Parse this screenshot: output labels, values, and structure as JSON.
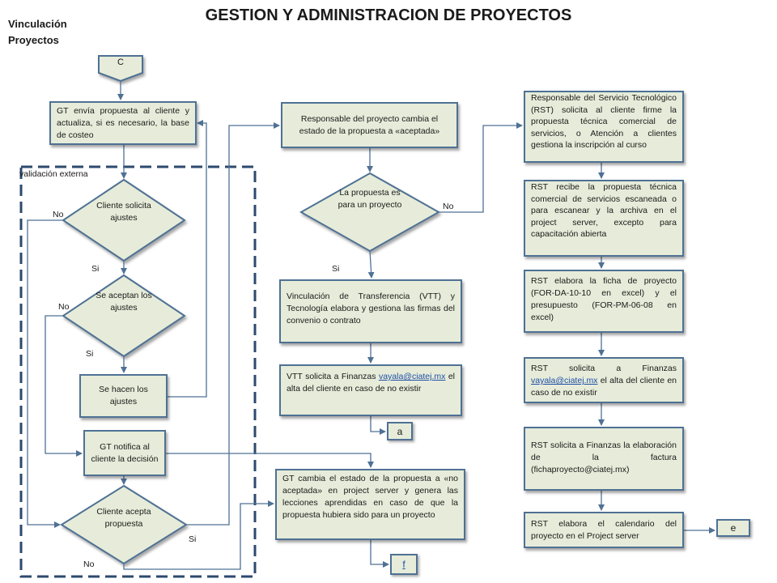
{
  "title": "GESTION Y ADMINISTRACION DE PROYECTOS",
  "subtitle": "Vinculación Proyectos",
  "external_label": "validación externa",
  "start_connector": "C",
  "nodes": {
    "gt_envia": "GT envía propuesta al cliente y actualiza, si es necesario, la base de costeo",
    "cliente_solicita": "Cliente solicita ajustes",
    "se_aceptan": "Se aceptan los ajustes",
    "se_hacen": "Se hacen los ajustes",
    "gt_notifica": "GT notifica al cliente la decisión",
    "cliente_acepta": "Cliente acepta propuesta",
    "resp_cambia": "Responsable del proyecto cambia el estado de la propuesta a «aceptada»",
    "es_proyecto": "La propuesta es para un proyecto",
    "vtt_firmas": "Vinculación de Transferencia (VTT) y Tecnología elabora y gestiona las firmas del convenio o contrato",
    "vtt_solicita_pre": "VTT solicita a Finanzas",
    "vtt_solicita_post": " el alta del cliente en caso de no existir",
    "gt_cambia": "GT cambia el estado de la propuesta a «no aceptada» en project server y genera las lecciones aprendidas en caso de que la propuesta hubiera sido para un proyecto",
    "rst_solicita_firma": "Responsable del Servicio Tecnológico (RST) solicita al cliente firme la propuesta técnica comercial de servicios, o Atención a clientes gestiona la inscripción al curso",
    "rst_recibe": "RST recibe la propuesta técnica comercial de servicios escaneada o para escanear y la archiva en el project server, excepto para capacitación abierta",
    "rst_ficha": "RST elabora la ficha de proyecto (FOR-DA-10-10 en excel) y el presupuesto (FOR-PM-06-08 en excel)",
    "rst_alta_pre": "RST solicita a Finanzas",
    "rst_alta_post": " el alta del cliente en caso de no existir",
    "rst_factura": "RST solicita a Finanzas la elaboración de la factura (fichaproyecto@ciatej.mx)",
    "rst_calendario": "RST elabora el calendario del proyecto en el Project server"
  },
  "email": "vayala@ciatej.mx",
  "connectors": {
    "a": "a",
    "f": "f",
    "e": "e"
  },
  "labels": {
    "no": "No",
    "si": "Si"
  },
  "colors": {
    "box_fill": "#e6ecd9",
    "box_border": "#4f7194",
    "line": "#4f7194",
    "dash_border": "#2c4a6e"
  }
}
